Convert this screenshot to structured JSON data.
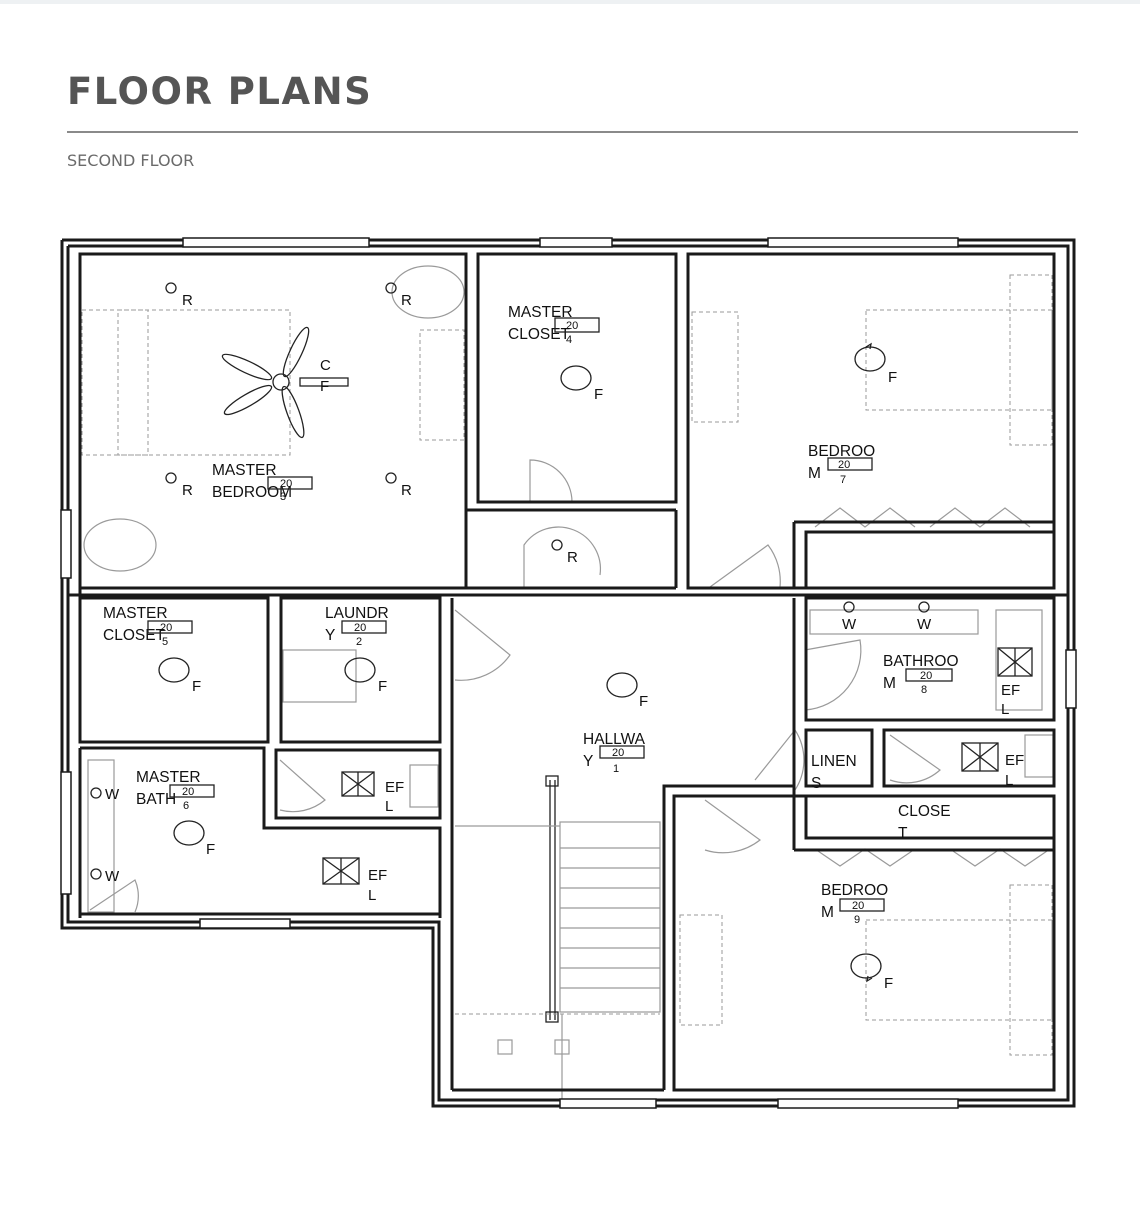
{
  "header": {
    "title": "FLOOR PLANS",
    "subtitle": "SECOND FLOOR"
  },
  "rooms": {
    "master_bedroom": {
      "l1": "MASTER",
      "l2": "BEDROOM",
      "tag": "20",
      "sub": "3"
    },
    "master_closet_top": {
      "l1": "MASTER",
      "l2": "CLOSET",
      "tag": "20",
      "sub": "4"
    },
    "bedroom_7": {
      "l1": "BEDROO",
      "l2": "M",
      "tag": "20",
      "sub": "7"
    },
    "master_closet_left": {
      "l1": "MASTER",
      "l2": "CLOSET",
      "tag": "20",
      "sub": "5"
    },
    "laundry": {
      "l1": "LAUNDR",
      "l2": "Y",
      "tag": "20",
      "sub": "2"
    },
    "hallway": {
      "l1": "HALLWA",
      "l2": "Y",
      "tag": "20",
      "sub": "1"
    },
    "bathroom": {
      "l1": "BATHROO",
      "l2": "M",
      "tag": "20",
      "sub": "8"
    },
    "linens": {
      "l1": "LINEN",
      "l2": "S"
    },
    "closet": {
      "l1": "CLOSE",
      "l2": "T"
    },
    "master_bath": {
      "l1": "MASTER",
      "l2": "BATH",
      "tag": "20",
      "sub": "6"
    },
    "bedroom_9": {
      "l1": "BEDROO",
      "l2": "M",
      "tag": "20",
      "sub": "9"
    }
  },
  "symbols": {
    "recessed": "R",
    "fan": "F",
    "ceiling_fan": {
      "c": "C",
      "f": "F"
    },
    "wall_light": "W",
    "exhaust_fan": {
      "l1": "EF",
      "l2": "L"
    }
  }
}
